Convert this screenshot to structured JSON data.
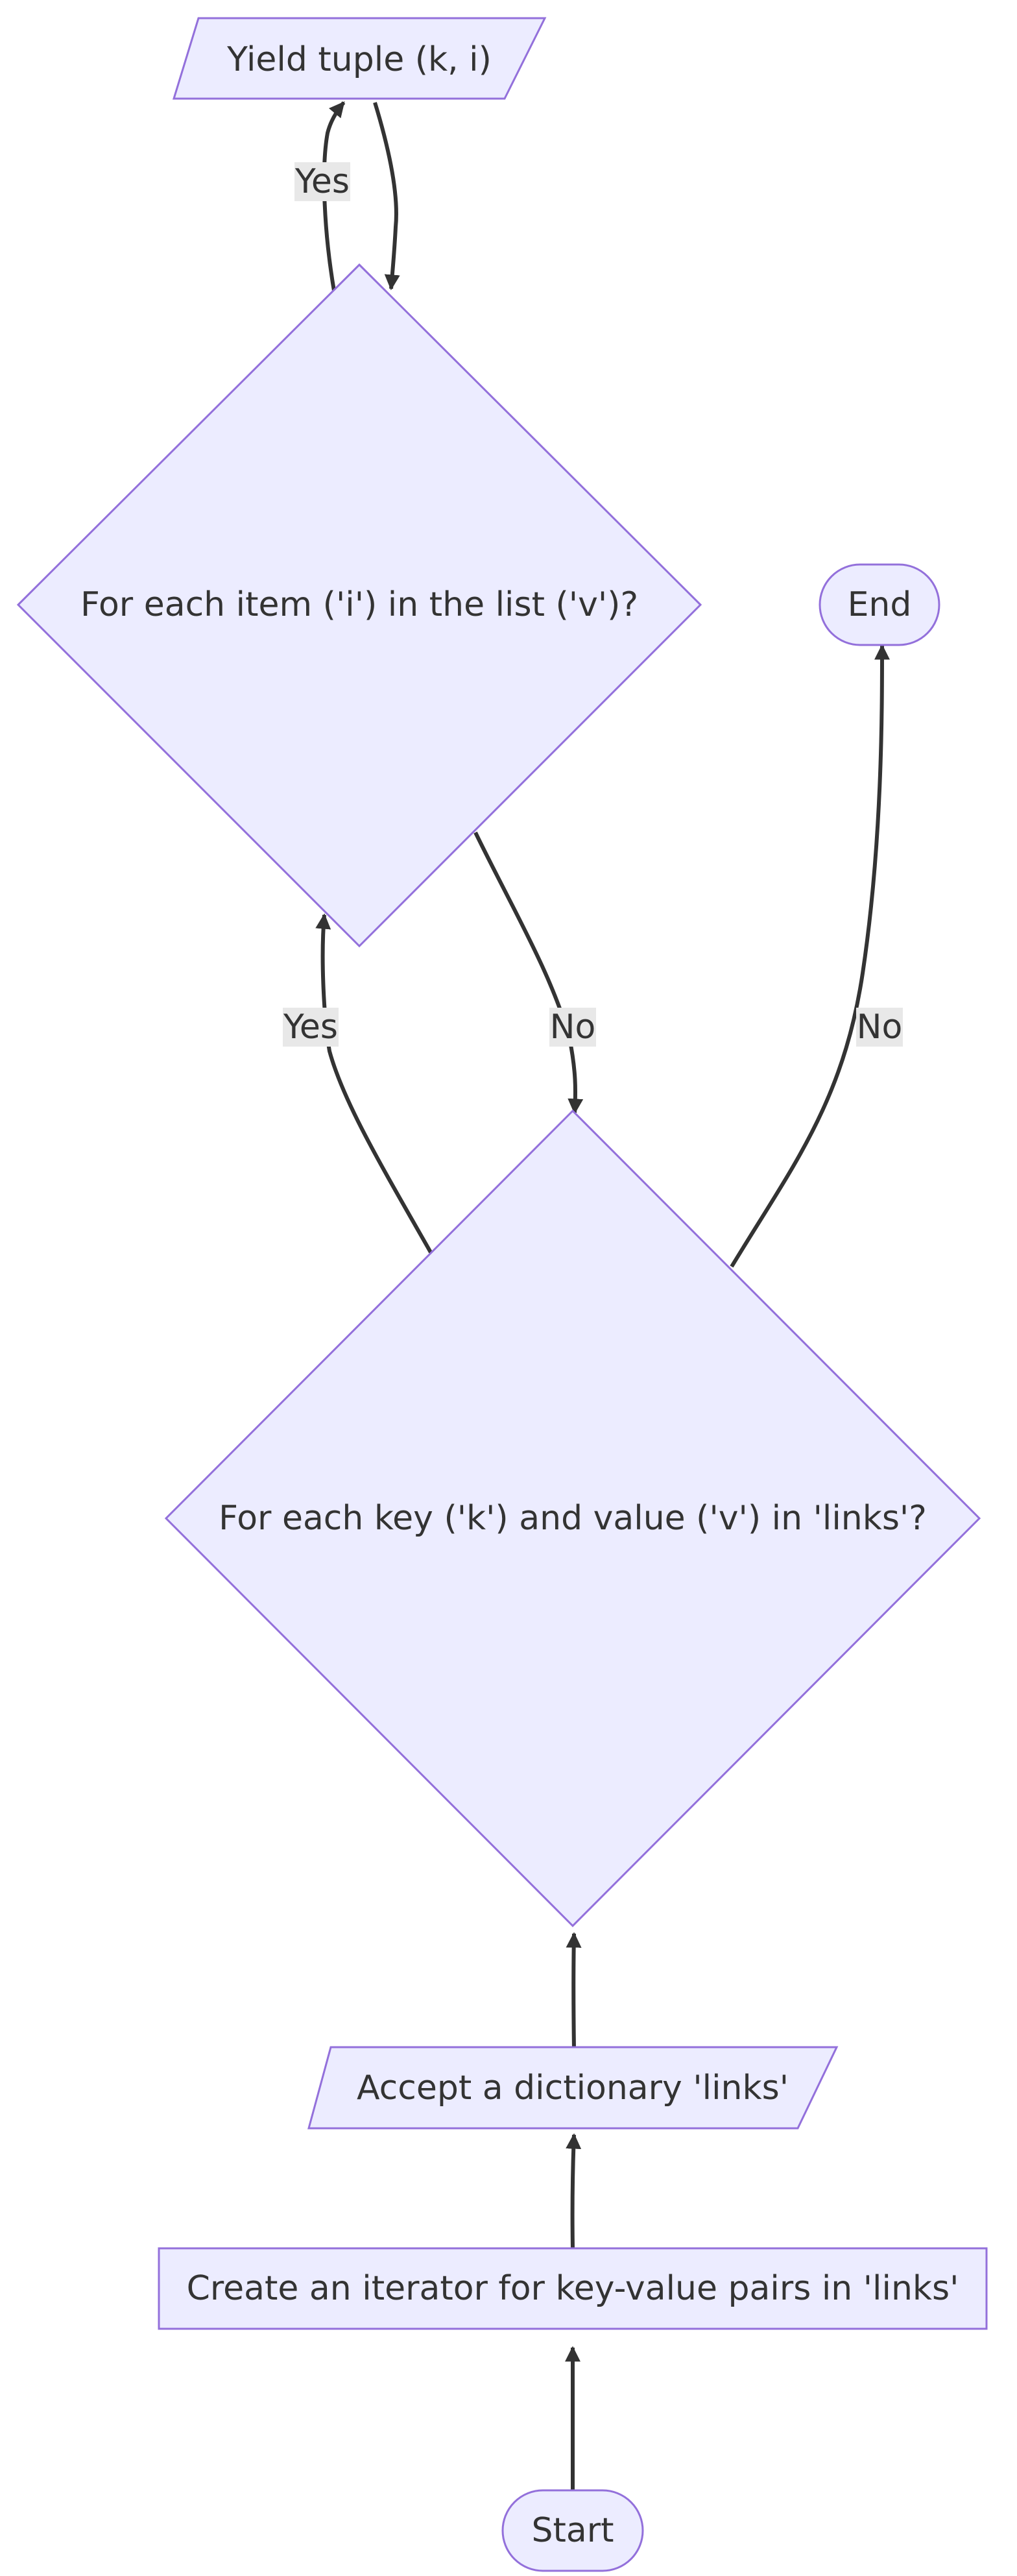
{
  "colors": {
    "node_fill": "#ececff",
    "node_stroke": "#9370db",
    "edge": "#333333",
    "text": "#333333",
    "edge_label_bg": "#e8e8e8"
  },
  "nodes": {
    "yield": "Yield tuple (k, i)",
    "inner_decision": "For each item ('i') in the list ('v')?",
    "end": "End",
    "outer_decision": "For each key ('k') and value ('v') in 'links'?",
    "accept": "Accept a dictionary 'links'",
    "create": "Create an iterator for key-value pairs in 'links'",
    "start": "Start"
  },
  "edges": {
    "inner_to_yield": "Yes",
    "outer_to_inner": "Yes",
    "inner_to_outer": "No",
    "outer_to_end": "No"
  }
}
